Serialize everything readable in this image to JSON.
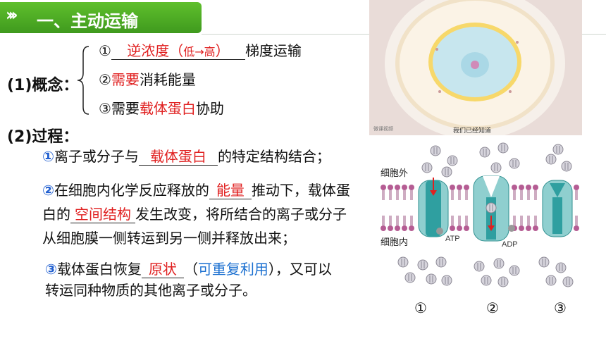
{
  "header": {
    "title": "一、主动运输",
    "chevrons": "›››"
  },
  "concept": {
    "label": "(1)概念：",
    "item1": {
      "num": "①",
      "answer": "逆浓度",
      "paren_open": "（",
      "paren_content": "低→高",
      "paren_close": "）",
      "suffix": "梯度运输"
    },
    "item2": {
      "num": "②",
      "answer": "需要",
      "suffix": "消耗能量"
    },
    "item3": {
      "num": "③",
      "prefix": "需要",
      "answer": "载体蛋白",
      "suffix": "协助"
    }
  },
  "process": {
    "label": "(2)过程：",
    "step1": {
      "num": "①",
      "prefix": "离子或分子与",
      "answer": "载体蛋白",
      "suffix": "的特定结构结合；"
    },
    "step2": {
      "num": "②",
      "line1_prefix": "在细胞内化学反应释放的",
      "line1_answer": "能量",
      "line1_suffix": "推动下，载体蛋",
      "line2_prefix": "白的",
      "line2_answer": "空间结构",
      "line2_suffix": "发生改变，将所结合的离子或分子",
      "line3": "从细胞膜一侧转运到另一侧并释放出来；"
    },
    "step3": {
      "num": "③",
      "line1_prefix": "载体蛋白恢复",
      "line1_answer": "原状",
      "paren_open": "（",
      "paren_content": "可重复利用",
      "paren_close": "），又可以",
      "line2": "转运同种物质的其他离子或分子。"
    }
  },
  "video": {
    "caption": "我们已经知道",
    "watermark": "微课视频"
  },
  "diagram": {
    "outside_label": "细胞外",
    "inside_label": "细胞内",
    "atp_label": "ATP",
    "adp_label": "ADP",
    "stage_labels": [
      "①",
      "②",
      "③"
    ]
  }
}
